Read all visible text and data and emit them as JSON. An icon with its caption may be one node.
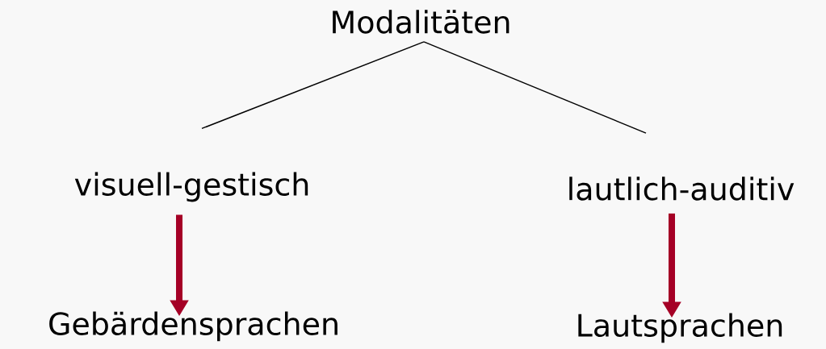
{
  "diagram": {
    "nodes": [
      {
        "text": [
          "Modalitäten"
        ]
      },
      {
        "text": [
          "visuell-gestisch"
        ]
      },
      {
        "text": [
          "lautlich-auditiv"
        ]
      },
      {
        "text": [
          "Gebärdensprachen"
        ]
      },
      {
        "text": [
          "Lautsprachen"
        ]
      }
    ],
    "edges": [
      {
        "from": 0,
        "to": 1,
        "arrow": "none"
      },
      {
        "from": 0,
        "to": 2,
        "arrow": "none"
      },
      {
        "from": 1,
        "to": 3,
        "arrow": "to",
        "style": "thick",
        "color": "#a50026"
      },
      {
        "from": 2,
        "to": 4,
        "arrow": "to",
        "style": "thick",
        "color": "#a50026"
      }
    ]
  }
}
